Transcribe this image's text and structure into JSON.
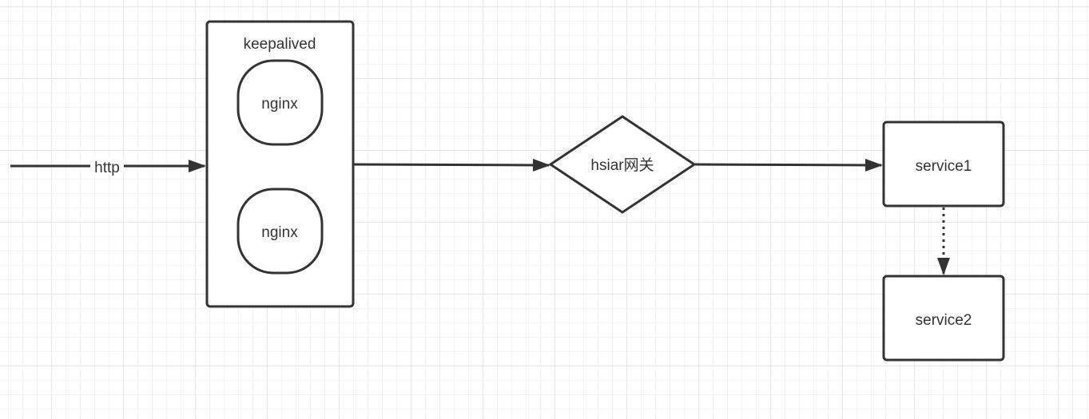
{
  "diagram": {
    "nodes": {
      "keepalived": {
        "label": "keepalived"
      },
      "nginx_1": {
        "label": "nginx"
      },
      "nginx_2": {
        "label": "nginx"
      },
      "gateway": {
        "label": "hsiar网关"
      },
      "service1": {
        "label": "service1"
      },
      "service2": {
        "label": "service2"
      }
    },
    "edges": {
      "http": {
        "label": "http"
      }
    }
  }
}
